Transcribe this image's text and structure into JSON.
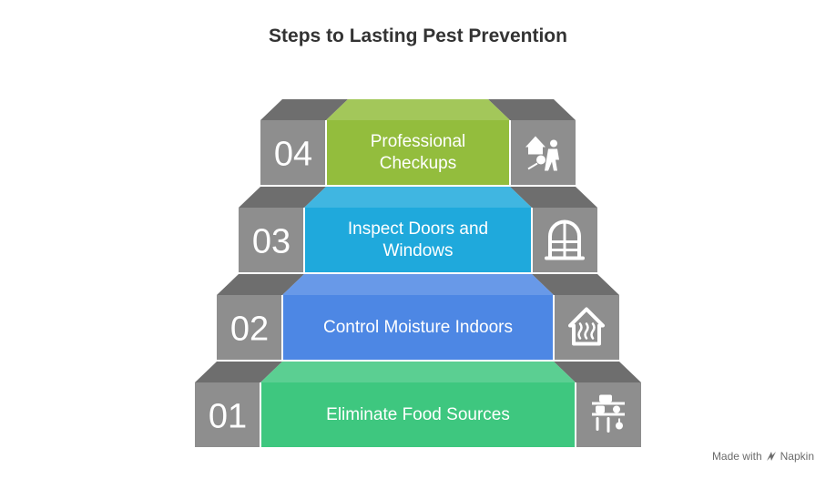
{
  "title": "Steps to Lasting Pest Prevention",
  "steps": [
    {
      "number": "01",
      "label_lines": [
        "Eliminate Food Sources"
      ],
      "icon": "kitchen-shelf-icon",
      "color": "#3ec77f"
    },
    {
      "number": "02",
      "label_lines": [
        "Control Moisture Indoors"
      ],
      "icon": "house-steam-icon",
      "color": "#4d87e4"
    },
    {
      "number": "03",
      "label_lines": [
        "Inspect Doors and",
        "Windows"
      ],
      "icon": "window-icon",
      "color": "#1fa9dc"
    },
    {
      "number": "04",
      "label_lines": [
        "Professional",
        "Checkups"
      ],
      "icon": "house-exterminator-icon",
      "color": "#93bd3d"
    }
  ],
  "colors": {
    "side_front": "#8e8e8e",
    "side_top": "#6e6e6e",
    "divider": "#ffffff"
  },
  "credit": {
    "prefix": "Made with",
    "brand": "Napkin"
  }
}
